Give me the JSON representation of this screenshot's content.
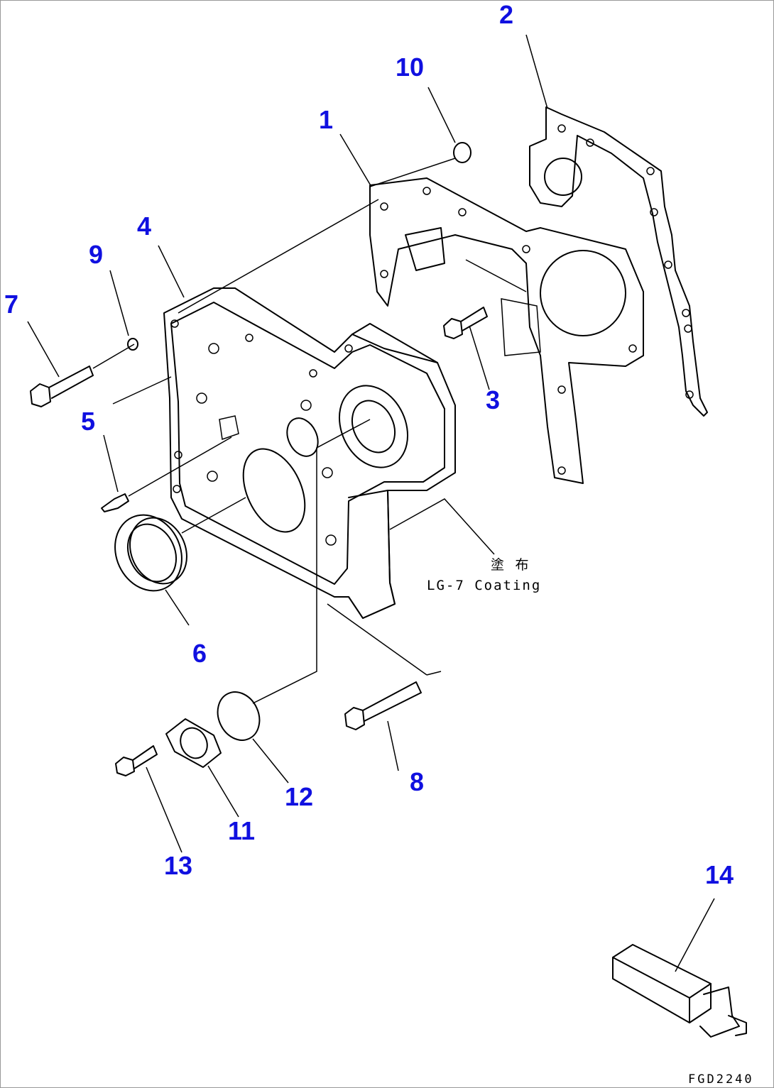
{
  "colors": {
    "callout": "#1010e0",
    "line": "#000000"
  },
  "callouts": [
    {
      "id": "1",
      "label": "1"
    },
    {
      "id": "2",
      "label": "2"
    },
    {
      "id": "3",
      "label": "3"
    },
    {
      "id": "4",
      "label": "4"
    },
    {
      "id": "5",
      "label": "5"
    },
    {
      "id": "6",
      "label": "6"
    },
    {
      "id": "7",
      "label": "7"
    },
    {
      "id": "8",
      "label": "8"
    },
    {
      "id": "9",
      "label": "9"
    },
    {
      "id": "10",
      "label": "10"
    },
    {
      "id": "11",
      "label": "11"
    },
    {
      "id": "12",
      "label": "12"
    },
    {
      "id": "13",
      "label": "13"
    },
    {
      "id": "14",
      "label": "14"
    }
  ],
  "annotation": {
    "jp": "塗 布",
    "en": "LG-7 Coating"
  },
  "figure_ref": "FGD2240"
}
